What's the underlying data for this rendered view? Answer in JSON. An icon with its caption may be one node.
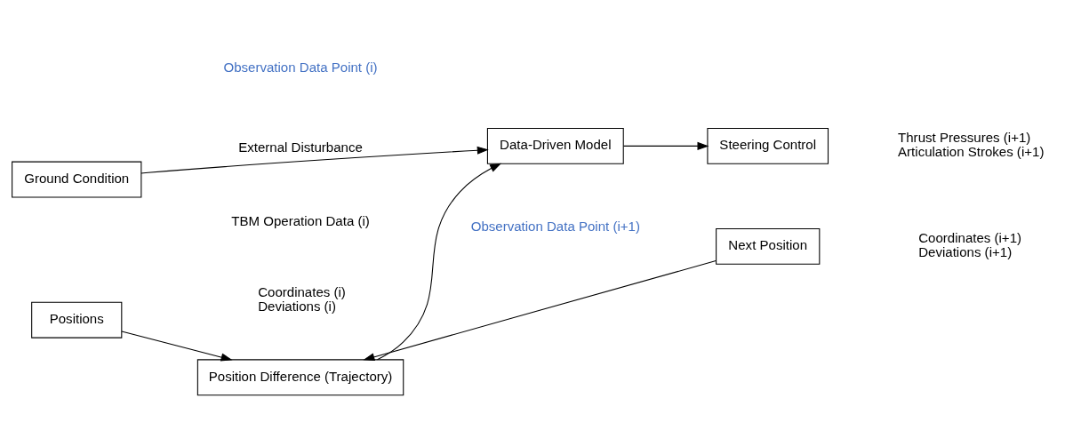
{
  "diagram": {
    "nodes": [
      {
        "text": [
          "Ground Condition"
        ]
      },
      {
        "text": [
          "Positions"
        ],
        "beside": [
          "Coordinates (i)",
          "Deviations (i)"
        ]
      },
      {
        "text": [
          "Position Difference (Trajectory)"
        ]
      },
      {
        "text": [
          "Data-Driven Model"
        ]
      },
      {
        "text": [
          "Steering Control"
        ],
        "beside": [
          "Thrust Pressures (i+1)",
          "Articulation Strokes (i+1)"
        ]
      },
      {
        "text": [
          "Next Position"
        ],
        "beside": [
          "Coordinates (i+1)",
          "Deviations (i+1)"
        ]
      }
    ],
    "edges": [
      {
        "from": 0,
        "to": 3,
        "arrow": "to",
        "label": "External Disturbance"
      },
      {
        "from": 1,
        "to": 2,
        "arrow": "to"
      },
      {
        "from": 2,
        "to": 3,
        "arrow": "to"
      },
      {
        "from": 3,
        "to": 4,
        "arrow": "to"
      },
      {
        "from": 5,
        "to": 2,
        "arrow": "to"
      }
    ],
    "labels": [
      "TBM Operation Data (i)",
      "Observation Data Point (i)",
      "Observation Data Point (i+1)"
    ]
  }
}
